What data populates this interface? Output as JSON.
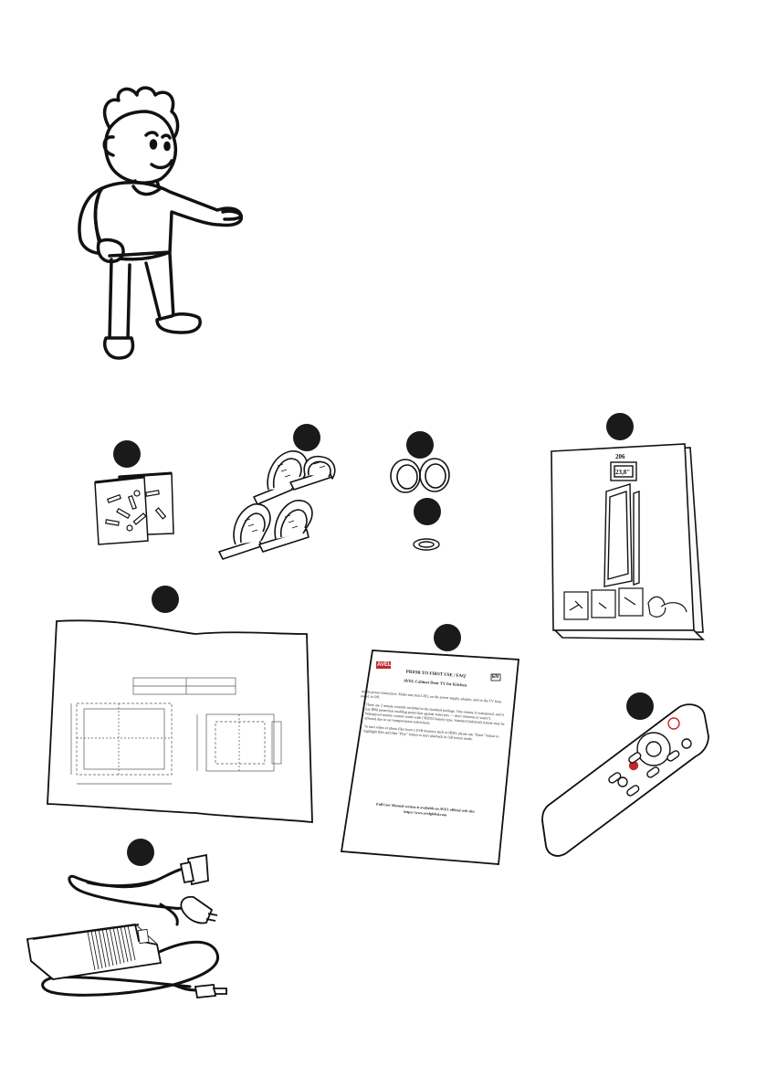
{
  "manual_cover": {
    "size_value": "206",
    "size_label": "23,8\""
  },
  "faq_sheet": {
    "brand": "AVEL",
    "page_code": "EN",
    "title": "PRIOR TO FIRST USE / FAQ",
    "subtitle": "AVEL Cabinet Door TV for Kitchen",
    "paragraph_1": "media power instruction.  Make sure that LED, on the power supply adapter, and on the TV front panel, is ON.",
    "bullet_1": "There are 2 remote controls included in the standard package. One remote is waterproof, and it has IP68 protection enabling protection against water jets — don't immerse in water!). Waterproof remote control works with CR2032 battery type. Standard (infrared) remote may be affected due to set transportation restrictions.",
    "bullet_2": "To start video or photo files from a USB memory stick or HDD, please use \"Enter\" button to highlight files and then \"Play\" button to start playback in full screen mode.",
    "footer_1": "Full User Manual version is available on AVEL official web site:",
    "footer_2": "https://www.avelglobal.com"
  },
  "colors": {
    "marker": "#1a1a1a",
    "line": "#111111",
    "accent_red": "#c0282d"
  },
  "icons": [
    "mascot-figure",
    "screw-bag-icon",
    "cable-tie-icon",
    "rubber-ring-icon",
    "washer-icon",
    "user-manual-icon",
    "drawing-sheet-icon",
    "faq-sheet-icon",
    "remote-control-icon",
    "power-adapter-icon"
  ]
}
